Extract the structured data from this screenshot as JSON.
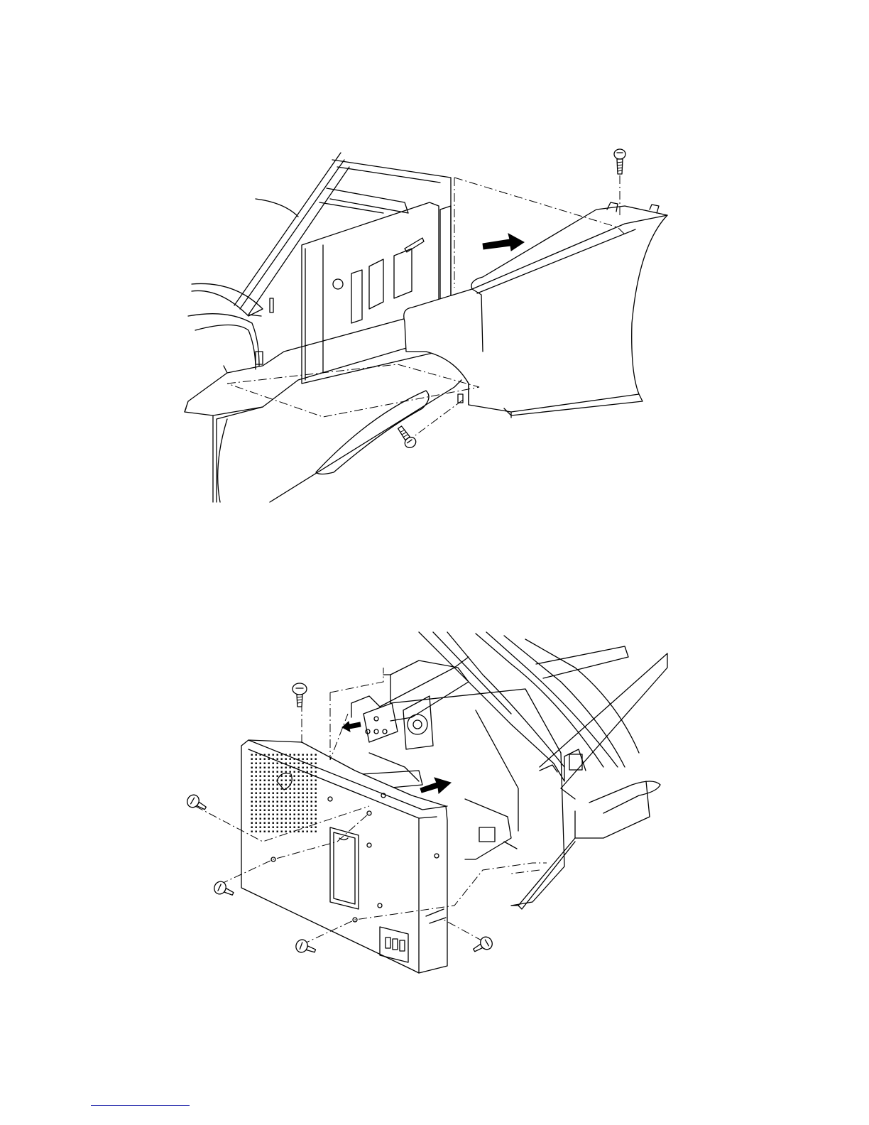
{
  "page": {
    "background": "#ffffff",
    "line_color": "#000000",
    "footer_rule_color": "#3a3fb5"
  },
  "figures": [
    {
      "id": "top",
      "subject": "right-side-cover-removal",
      "icons": [
        "screw-icon",
        "screw-icon",
        "direction-arrow-icon"
      ]
    },
    {
      "id": "bottom",
      "subject": "rear-cover-removal",
      "icons": [
        "screw-icon",
        "screw-icon",
        "screw-icon",
        "screw-icon",
        "screw-icon",
        "direction-arrow-icon",
        "direction-arrow-icon"
      ]
    }
  ]
}
